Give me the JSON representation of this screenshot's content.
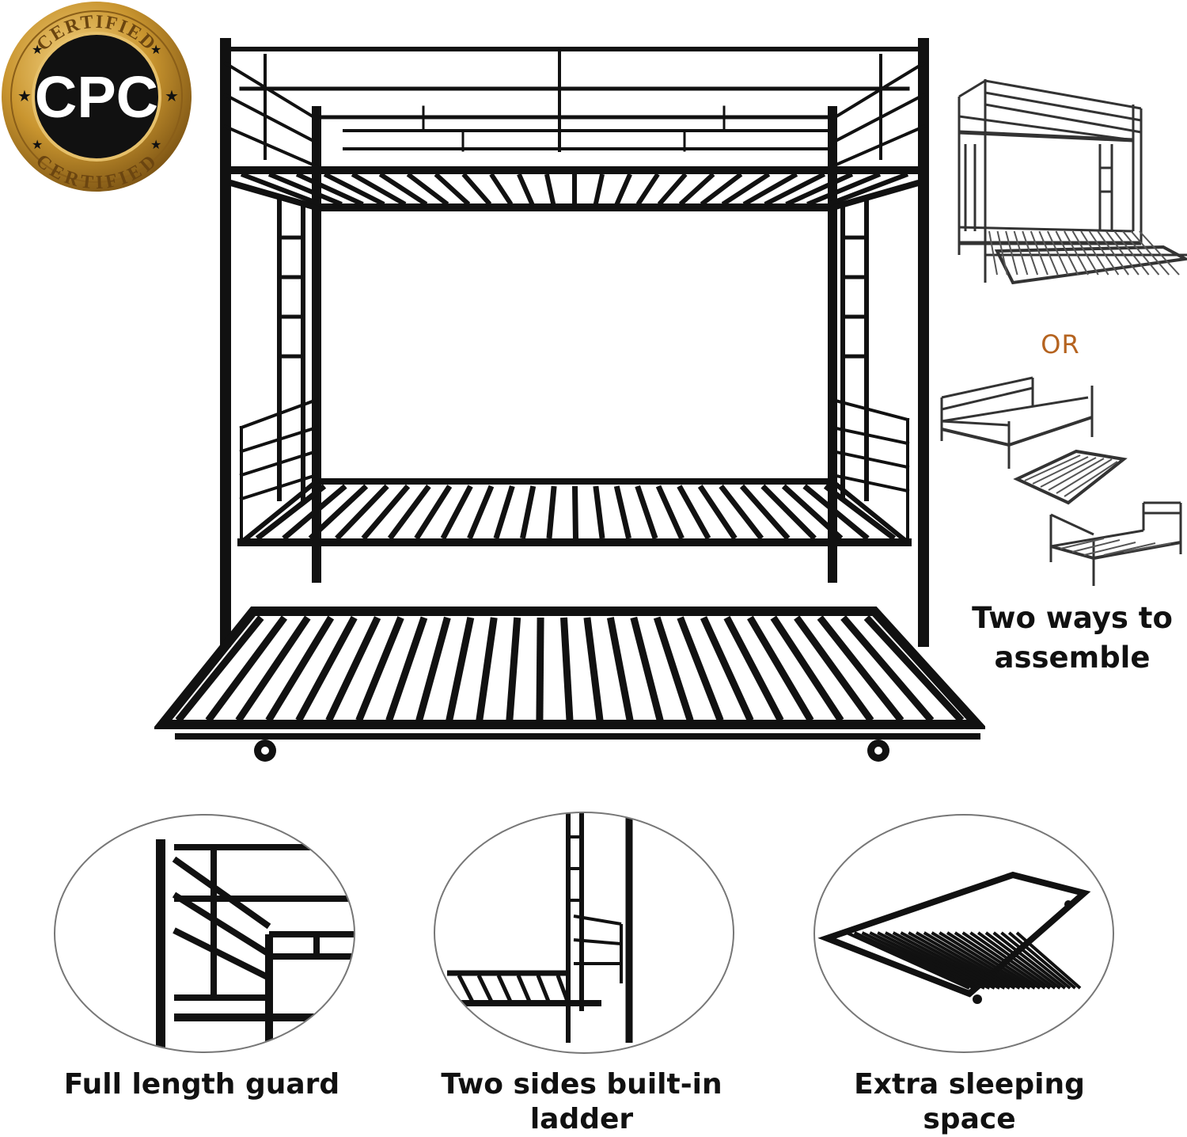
{
  "badge": {
    "top_text": "CERTIFIED",
    "center_text": "CPC",
    "bottom_text": "CERTIFIED",
    "gold": "#c9952f",
    "dark": "#111111"
  },
  "side_panel": {
    "separator": "OR",
    "separator_color": "#b5631f",
    "caption": "Two ways to assemble"
  },
  "features": [
    {
      "caption": "Full length guard",
      "icon": "guard-rail-closeup"
    },
    {
      "caption": "Two sides built-in ladder",
      "icon": "ladder-closeup"
    },
    {
      "caption": "Extra sleeping space",
      "icon": "trundle-closeup"
    }
  ],
  "colors": {
    "frame": "#111111",
    "text": "#111111",
    "oval_border": "#777777"
  }
}
